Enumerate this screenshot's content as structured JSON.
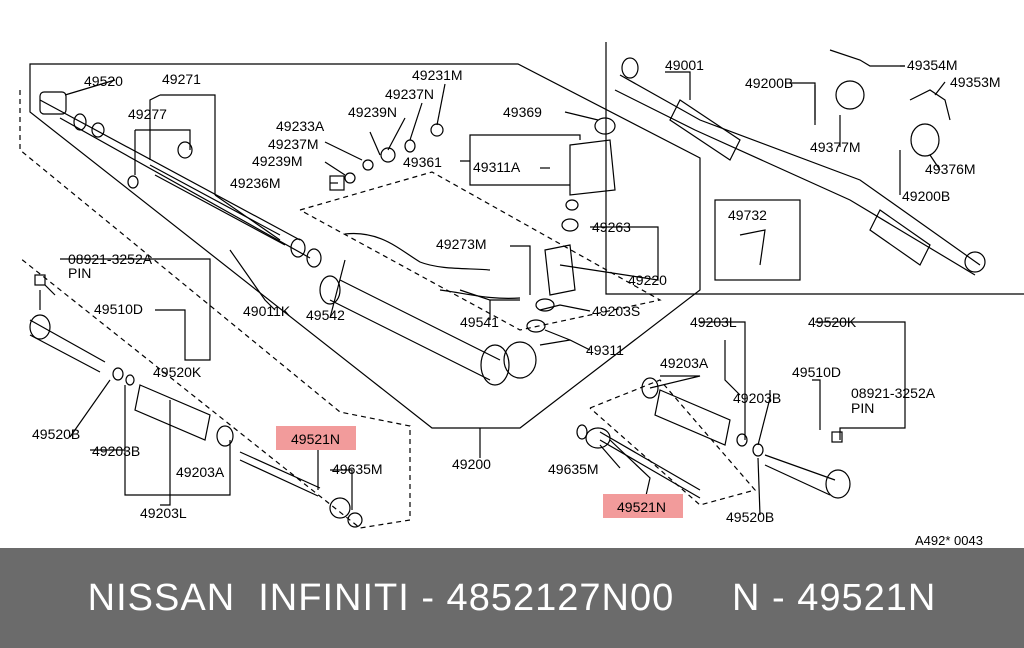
{
  "diagram": {
    "reference_code": "A492* 0043",
    "callouts": {
      "p49520": "49520",
      "p49271": "49271",
      "p49277": "49277",
      "p49231M": "49231M",
      "p49237N": "49237N",
      "p49239N": "49239N",
      "p49233A": "49233A",
      "p49237M": "49237M",
      "p49239M": "49239M",
      "p49236M": "49236M",
      "p49369": "49369",
      "p49361": "49361",
      "p49311A": "49311A",
      "p49263": "49263",
      "p49273M": "49273M",
      "p49220": "49220",
      "p49541": "49541",
      "p49203S": "49203S",
      "p49311": "49311",
      "p49011K": "49011K",
      "p49542": "49542",
      "p49200_main": "49200",
      "p08921_left": "08921-3252A",
      "pin_left": "PIN",
      "p49510D_left": "49510D",
      "p49520K_left": "49520K",
      "p49520B_left": "49520B",
      "p49203B_left": "49203B",
      "p49203A_left": "49203A",
      "p49203L_left": "49203L",
      "p49521N_left": "49521N",
      "p49635M_left": "49635M",
      "p49001": "49001",
      "p49200B_top": "49200B",
      "p49354M": "49354M",
      "p49353M": "49353M",
      "p49377M": "49377M",
      "p49376M": "49376M",
      "p49200B_bottom": "49200B",
      "p49732": "49732",
      "p49203L_right": "49203L",
      "p49203A_right": "49203A",
      "p49203B_right": "49203B",
      "p49520K_right": "49520K",
      "p49510D_right": "49510D",
      "p08921_right": "08921-3252A",
      "pin_right": "PIN",
      "p49635M_right": "49635M",
      "p49521N_right": "49521N",
      "p49520B_right": "49520B"
    }
  },
  "footer": {
    "caption": "NISSAN  INFINITI - 4852127N00     N - 49521N",
    "colors": {
      "background": "#6b6b6b",
      "text": "#ffffff",
      "highlight": "#f29b9b"
    }
  }
}
